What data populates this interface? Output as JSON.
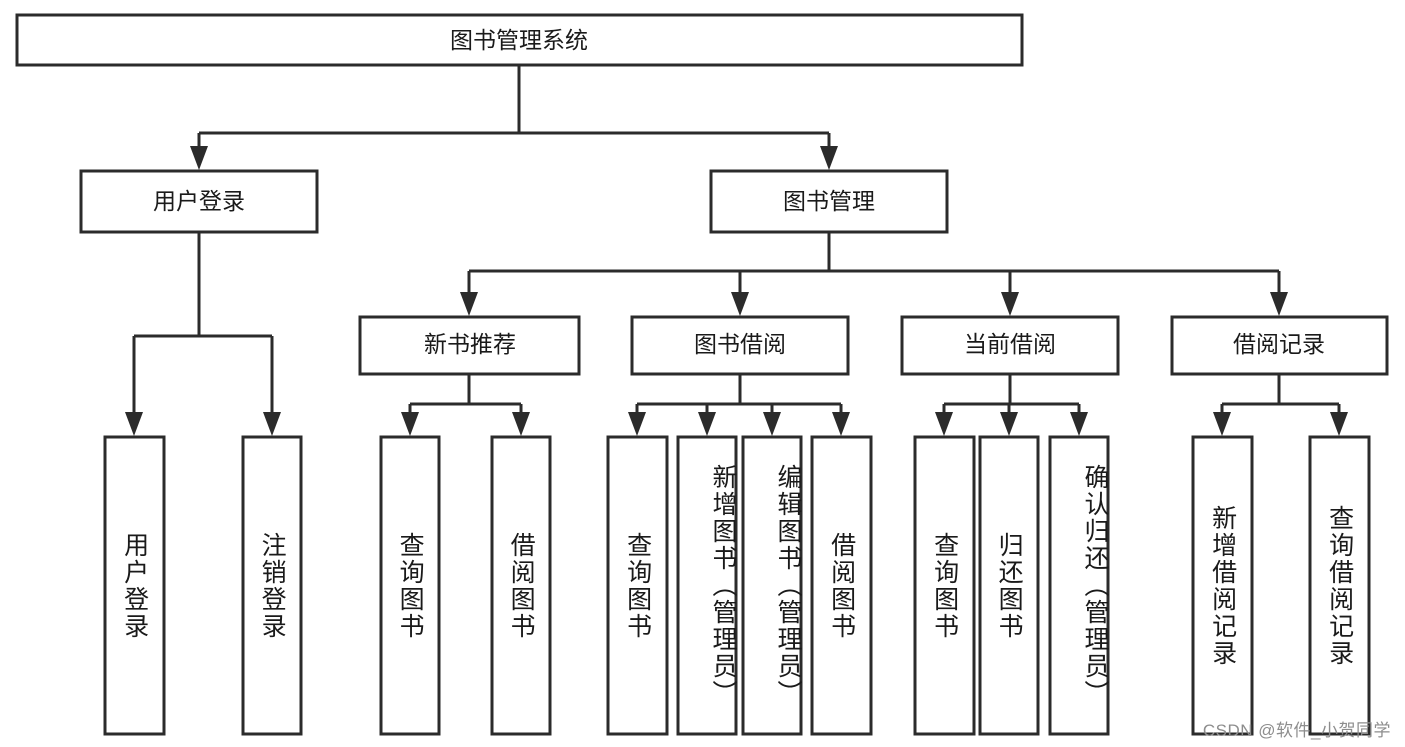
{
  "diagram": {
    "type": "tree-hierarchy",
    "title": "图书管理系统",
    "root": {
      "label": "图书管理系统",
      "orientation": "horizontal"
    },
    "level2": [
      {
        "label": "用户登录",
        "orientation": "horizontal"
      },
      {
        "label": "图书管理",
        "orientation": "horizontal"
      }
    ],
    "level3": [
      {
        "label": "新书推荐",
        "orientation": "horizontal"
      },
      {
        "label": "图书借阅",
        "orientation": "horizontal"
      },
      {
        "label": "当前借阅",
        "orientation": "horizontal"
      },
      {
        "label": "借阅记录",
        "orientation": "horizontal"
      }
    ],
    "leaves": {
      "user_login": [
        {
          "label": "用户登录",
          "orientation": "vertical"
        },
        {
          "label": "注销登录",
          "orientation": "vertical"
        }
      ],
      "new_book_recommend": [
        {
          "label": "查询图书",
          "orientation": "vertical"
        },
        {
          "label": "借阅图书",
          "orientation": "vertical"
        }
      ],
      "book_borrow": [
        {
          "label": "查询图书",
          "orientation": "vertical"
        },
        {
          "label": "新增图书（管理员）",
          "orientation": "vertical"
        },
        {
          "label": "编辑图书（管理员）",
          "orientation": "vertical"
        },
        {
          "label": "借阅图书",
          "orientation": "vertical"
        }
      ],
      "current_borrow": [
        {
          "label": "查询图书",
          "orientation": "vertical"
        },
        {
          "label": "归还图书",
          "orientation": "vertical"
        },
        {
          "label": "确认归还（管理员）",
          "orientation": "vertical"
        }
      ],
      "borrow_record": [
        {
          "label": "新增借阅记录",
          "orientation": "vertical"
        },
        {
          "label": "查询借阅记录",
          "orientation": "vertical"
        }
      ]
    }
  },
  "watermark": {
    "text": "CSDN @软件_小贺同学"
  },
  "colors": {
    "stroke": "#2b2b2b",
    "fill": "#ffffff",
    "text": "#1a1a1a",
    "watermark": "#8d8d8d",
    "background": "#ffffff"
  }
}
